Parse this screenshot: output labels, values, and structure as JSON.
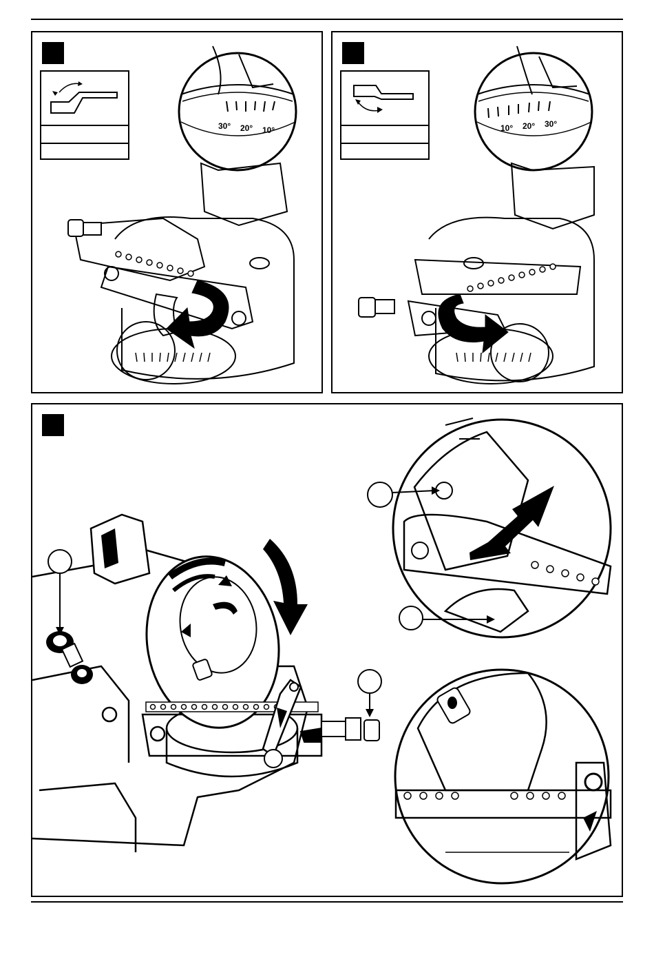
{
  "scale_left": {
    "labels": [
      "30°",
      "20°",
      "10°"
    ]
  },
  "scale_right": {
    "labels": [
      "10°",
      "20°",
      "30°"
    ]
  }
}
